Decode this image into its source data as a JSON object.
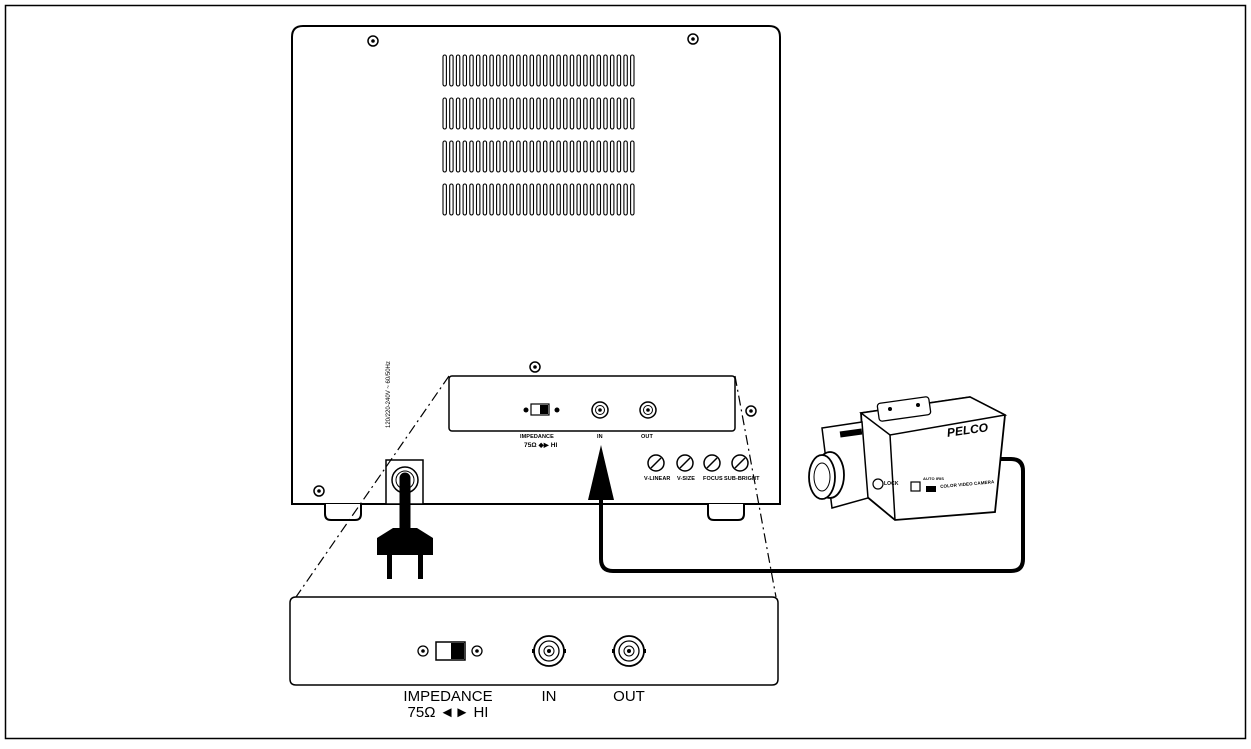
{
  "monitor_back": {
    "power_rating": "120/220-240V ~ 60/50Hz"
  },
  "small_panel": {
    "impedance_label": "IMPEDANCE",
    "impedance_values": "75Ω ◆▶ HI",
    "in_label": "IN",
    "out_label": "OUT"
  },
  "adjustments": {
    "labels": [
      "V-LINEAR",
      "V-SIZE",
      "FOCUS",
      "SUB-BRIGHT"
    ]
  },
  "camera": {
    "brand": "PELCO",
    "model_text": "COLOR VIDEO CAMERA",
    "lock_label": "LOCK",
    "switch_label": "AUTO IRIS"
  },
  "detail_panel": {
    "impedance_label": "IMPEDANCE",
    "impedance_values": "75Ω ◄► HI",
    "in_label": "IN",
    "out_label": "OUT"
  }
}
